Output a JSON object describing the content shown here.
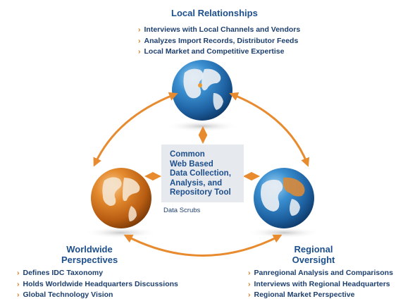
{
  "top": {
    "heading": "Local Relationships",
    "items": [
      "Interviews with Local Channels and Vendors",
      "Analyzes Import Records, Distributor Feeds",
      "Local Market and Competitive Expertise"
    ]
  },
  "left": {
    "heading_line1": "Worldwide",
    "heading_line2": "Perspectives",
    "items": [
      "Defines IDC Taxonomy",
      "Holds Worldwide Headquarters Discussions",
      "Global Technology Vision"
    ]
  },
  "right": {
    "heading_line1": "Regional",
    "heading_line2": "Oversight",
    "items": [
      "Panregional Analysis and Comparisons",
      "Interviews with Regional Headquarters",
      "Regional Market Perspective"
    ]
  },
  "center": {
    "lines": [
      "Common",
      "Web Based",
      "Data Collection,",
      "Analysis, and",
      "Repository Tool"
    ],
    "caption": "Data Scrubs"
  },
  "bullet_glyph": "›",
  "colors": {
    "heading": "#1d4f8c",
    "arrow": "#e88a2e",
    "globe_blue": "#2b7fc1",
    "globe_orange": "#d9771f",
    "box": "#e6e9ee"
  }
}
